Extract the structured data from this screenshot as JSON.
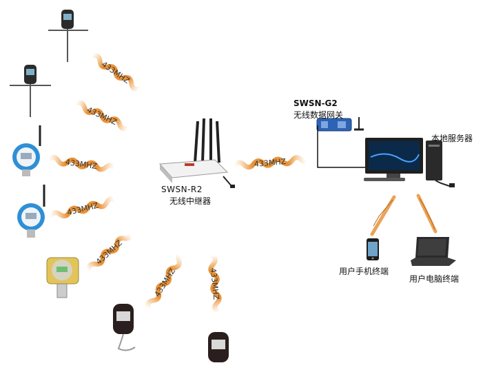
{
  "wireless_links": [
    {
      "label": "433MHZ"
    },
    {
      "label": "433MHZ"
    },
    {
      "label": "433MHZ"
    },
    {
      "label": "433MHZ"
    },
    {
      "label": "433MHZ"
    },
    {
      "label": "433MHZ"
    },
    {
      "label": "433MHZ"
    },
    {
      "label": "433MHZ"
    }
  ],
  "router": {
    "model": "SWSN-R2",
    "name": "无线中继器"
  },
  "gateway": {
    "model": "SWSN-G2",
    "name": "无线数据网关"
  },
  "server": {
    "name": "本地服务器"
  },
  "phone": {
    "name": "用户手机终端"
  },
  "laptop": {
    "name": "用户电脑终端"
  },
  "colors": {
    "wave": "#e8933a",
    "sensor_blue": "#2f8fd6",
    "gauge_red": "#c0392b"
  }
}
